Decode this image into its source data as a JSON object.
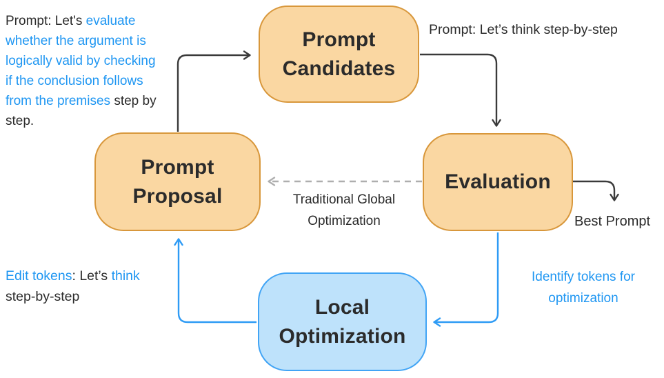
{
  "diagram_title": "Local prompt optimization loop",
  "colors": {
    "dark": "#2b2b2b",
    "blue": "#1e96f2",
    "orange_node_fill": "#fad7a2",
    "orange_node_border": "#d8973b",
    "blue_node_fill": "#bee2fb",
    "blue_node_border": "#41a4f5",
    "arrow_black": "#3a3a3a",
    "arrow_gray": "#aeaeae",
    "arrow_blue": "#2e9bf5"
  },
  "nodes": {
    "prompt_candidates": {
      "label": "Prompt\nCandidates",
      "style": "orange"
    },
    "prompt_proposal": {
      "label": "Prompt\nProposal",
      "style": "orange"
    },
    "evaluation": {
      "label": "Evaluation",
      "style": "orange"
    },
    "local_optimization": {
      "label": "Local\nOptimization",
      "style": "blue"
    }
  },
  "annotations": {
    "top_left_prompt": {
      "segments": [
        {
          "text": "Prompt: Let's ",
          "color": "dark"
        },
        {
          "text": "evaluate\nwhether the argument is\nlogically valid by checking\nif the conclusion follows\nfrom the premises",
          "color": "blue"
        },
        {
          "text": " step by\nstep.",
          "color": "dark"
        }
      ]
    },
    "top_right_prompt": {
      "text": "Prompt: Let’s think step-by-step"
    },
    "traditional_global": {
      "text": "Traditional Global\nOptimization"
    },
    "best_prompt": {
      "text": "Best Prompt"
    },
    "identify_tokens": {
      "text": "Identify tokens for\noptimization"
    },
    "edit_tokens": {
      "segments": [
        {
          "text": "Edit tokens",
          "color": "blue"
        },
        {
          "text": ": Let’s ",
          "color": "dark"
        },
        {
          "text": "think",
          "color": "blue"
        },
        {
          "text": "\nstep-by-step",
          "color": "dark"
        }
      ]
    }
  },
  "arrows": [
    {
      "id": "proposal-to-candidates",
      "from": "prompt_proposal",
      "to": "prompt_candidates",
      "style": "solid",
      "color": "arrow_black"
    },
    {
      "id": "candidates-to-evaluation",
      "from": "prompt_candidates",
      "to": "evaluation",
      "style": "solid",
      "color": "arrow_black"
    },
    {
      "id": "evaluation-to-best-prompt",
      "from": "evaluation",
      "to": "best_prompt",
      "style": "solid",
      "color": "arrow_black"
    },
    {
      "id": "evaluation-to-proposal",
      "from": "evaluation",
      "to": "prompt_proposal",
      "style": "dashed",
      "color": "arrow_gray",
      "label": "Traditional Global Optimization"
    },
    {
      "id": "evaluation-to-local",
      "from": "evaluation",
      "to": "local_optimization",
      "style": "solid",
      "color": "arrow_blue",
      "label": "Identify tokens for optimization"
    },
    {
      "id": "local-to-proposal",
      "from": "local_optimization",
      "to": "prompt_proposal",
      "style": "solid",
      "color": "arrow_blue",
      "label": "Edit tokens: Let’s think step-by-step"
    }
  ]
}
